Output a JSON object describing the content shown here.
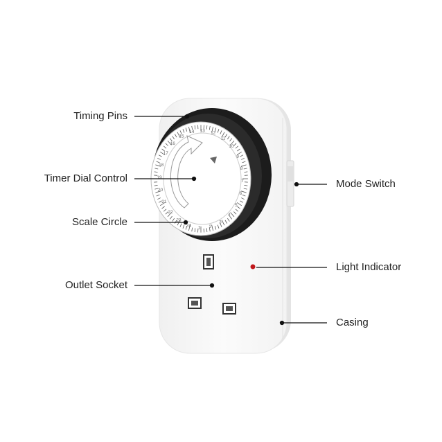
{
  "labels": {
    "timing_pins": "Timing Pins",
    "timer_dial_control": "Timer Dial Control",
    "scale_circle": "Scale Circle",
    "outlet_socket": "Outlet Socket",
    "mode_switch": "Mode Switch",
    "light_indicator": "Light Indicator",
    "casing": "Casing"
  },
  "dial_numbers": [
    "12",
    "11",
    "10",
    "9",
    "8",
    "7",
    "6",
    "5",
    "4",
    "3",
    "2",
    "1",
    "24",
    "23",
    "22",
    "21",
    "20",
    "19",
    "18",
    "17",
    "16",
    "15",
    "14",
    "13"
  ],
  "colors": {
    "casing": "#f4f4f4",
    "bezel": "#1c1c1c",
    "indicator": "#c0181b",
    "leader": "#111111"
  }
}
